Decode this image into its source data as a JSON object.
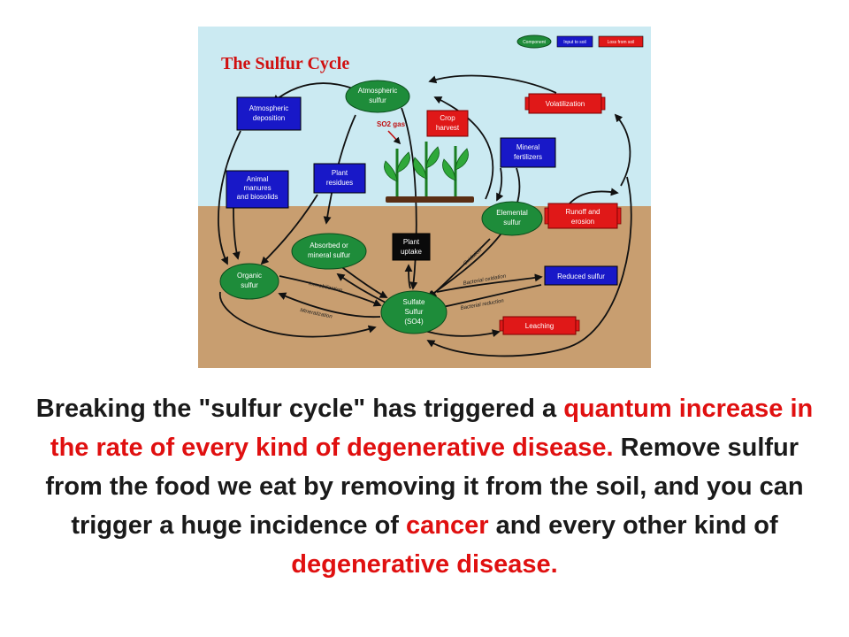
{
  "diagram": {
    "title": "The Sulfur Cycle",
    "legend": {
      "component": "Component",
      "input": "Input to soil",
      "loss": "Loss from soil"
    },
    "colors": {
      "sky": "#cbeaf2",
      "soil": "#c89e70",
      "input": "#1818c8",
      "loss": "#e01818",
      "component": "#1e8c3a"
    },
    "components": {
      "atmospheric_sulfur": [
        "Atmospheric",
        "sulfur"
      ],
      "absorbed_mineral": [
        "Absorbed or",
        "mineral sulfur"
      ],
      "organic_sulfur": [
        "Organic",
        "sulfur"
      ],
      "elemental_sulfur": [
        "Elemental",
        "sulfur"
      ],
      "sulfate_sulfur": [
        "Sulfate",
        "Sulfur",
        "(SO4)"
      ]
    },
    "inputs": {
      "atmospheric_deposition": [
        "Atmospheric",
        "deposition"
      ],
      "animal_manures": [
        "Animal",
        "manures",
        "and biosolids"
      ],
      "plant_residues": [
        "Plant",
        "residues"
      ],
      "mineral_fertilizers": [
        "Mineral",
        "fertilizers"
      ],
      "reduced_sulfur": [
        "Reduced sulfur"
      ]
    },
    "losses": {
      "volatilization": [
        "Volatilization"
      ],
      "crop_harvest": [
        "Crop",
        "harvest"
      ],
      "runoff_erosion": [
        "Runoff and",
        "erosion"
      ],
      "leaching": [
        "Leaching"
      ]
    },
    "plant_uptake": [
      "Plant",
      "uptake"
    ],
    "so2_gas": "SO2 gas",
    "process_labels": {
      "immobilization": "Immobilization",
      "mineralization": "Mineralization",
      "oxidation": "Oxidation",
      "bacterial_oxidation": "Bacterial oxidation",
      "bacterial_reduction": "Bacterial reduction"
    }
  },
  "caption": {
    "parts": [
      {
        "text": "Breaking the \"sulfur cycle\" has triggered a ",
        "highlight": false
      },
      {
        "text": "quantum increase in the rate of every kind of degenerative disease.",
        "highlight": true
      },
      {
        "text": " Remove sulfur from the food we eat by removing it from the soil, and you can trigger a huge incidence of ",
        "highlight": false
      },
      {
        "text": "cancer",
        "highlight": true
      },
      {
        "text": " and every other kind of ",
        "highlight": false
      },
      {
        "text": "degenerative disease.",
        "highlight": true
      }
    ]
  }
}
